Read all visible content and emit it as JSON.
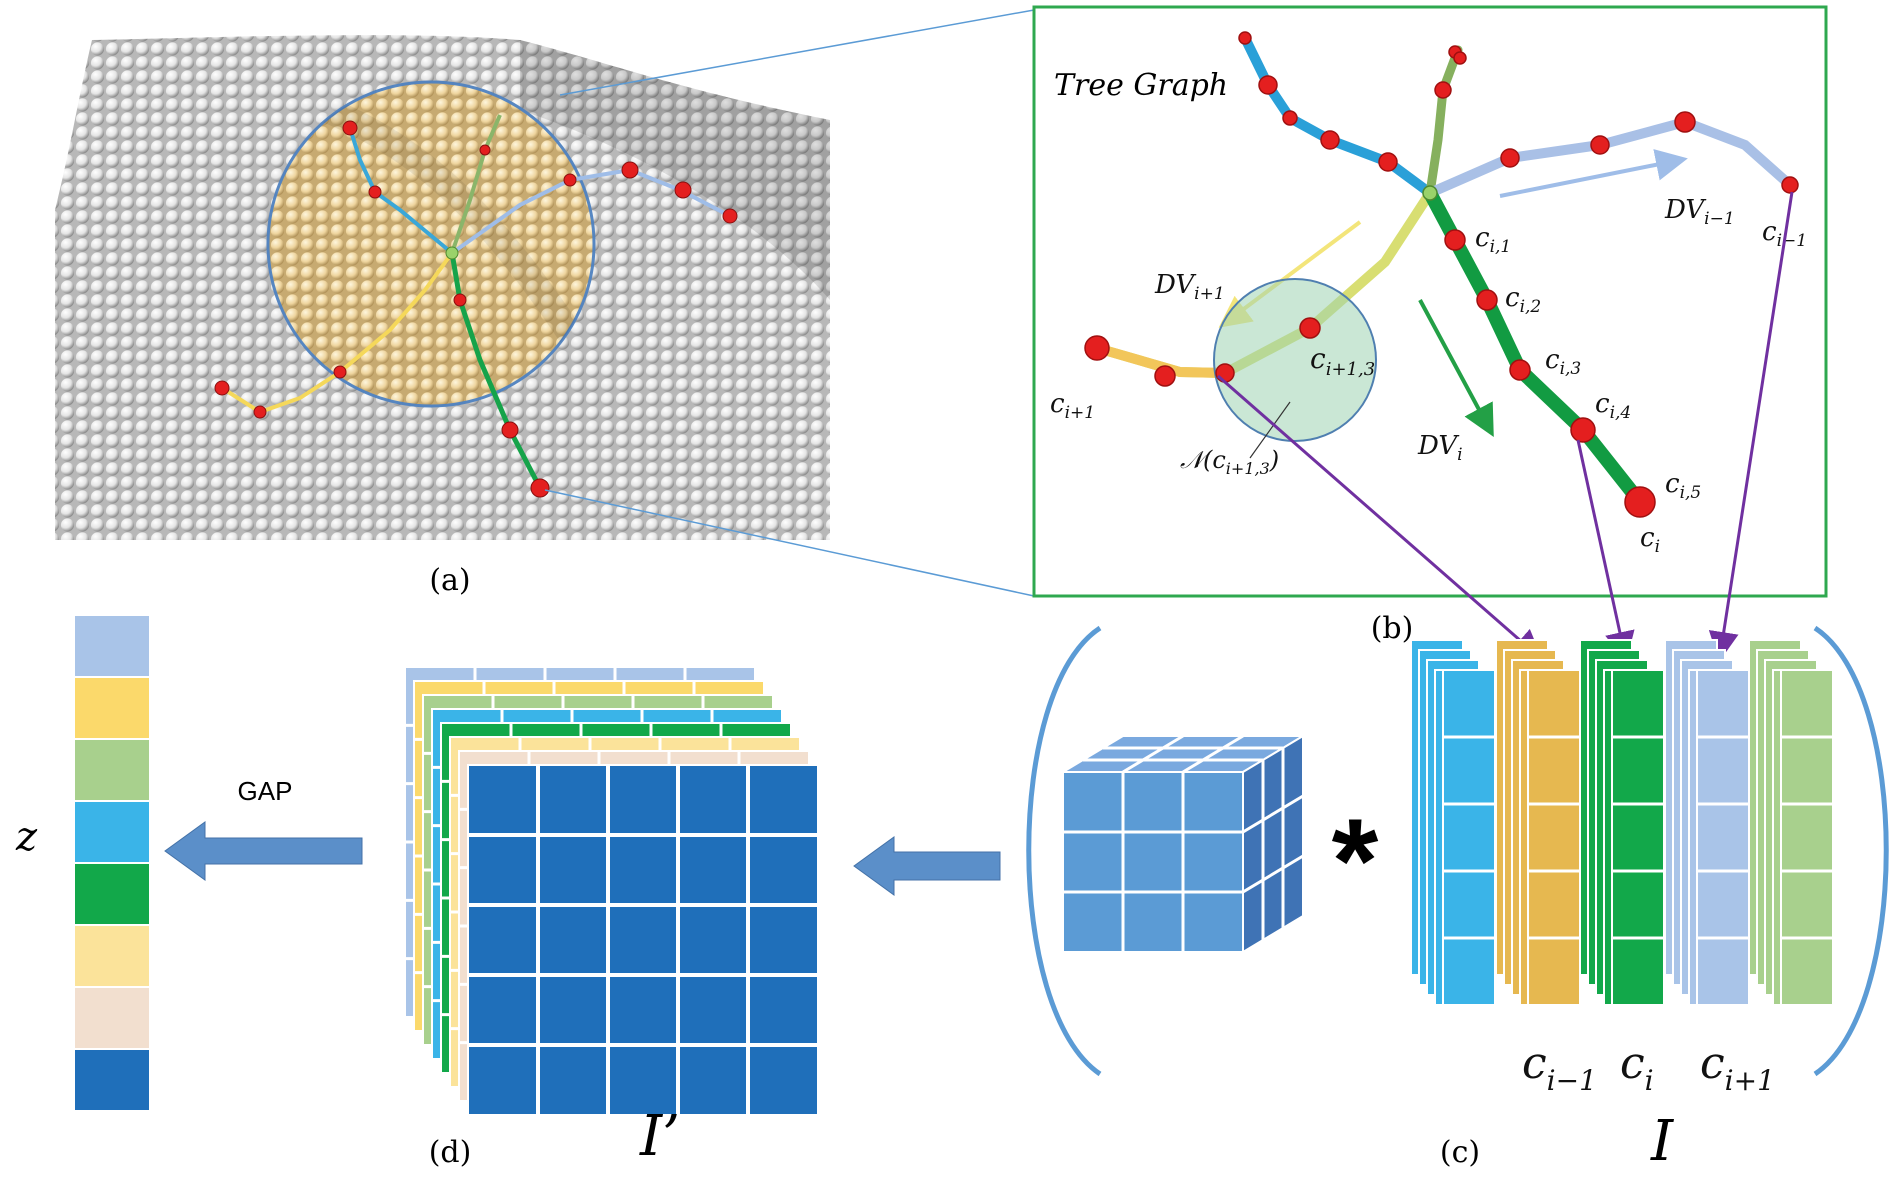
{
  "panels": {
    "a": "(a)",
    "b": "(b)",
    "c": "(c)",
    "d": "(d)"
  },
  "tree_graph": {
    "title": "Tree Graph",
    "dv_prev": "DV",
    "dv_prev_sub": "i−1",
    "dv_next": "DV",
    "dv_next_sub": "i+1",
    "dv_cur": "DV",
    "dv_cur_sub": "i",
    "c_prev": "c",
    "c_prev_sub": "i−1",
    "c_next": "c",
    "c_next_sub": "i+1",
    "c_cur": "c",
    "c_cur_sub": "i",
    "ci1": "i,1",
    "ci2": "i,2",
    "ci3": "i,3",
    "ci4": "i,4",
    "ci5": "i,5",
    "cn13": "i+1,3",
    "neighborhood": "𝒩(c",
    "neighborhood_sub": "i+1,3",
    "neighborhood_close": ")"
  },
  "conv": {
    "operator": "*",
    "input_label": "I",
    "col_prev": "c",
    "col_prev_sub": "i−1",
    "col_cur": "c",
    "col_cur_sub": "i",
    "col_next": "c",
    "col_next_sub": "i+1"
  },
  "output": {
    "feature_label": "I’",
    "gap_label": "GAP",
    "vector_label": "z"
  },
  "colors": {
    "frame_green": "#2fa84f",
    "bracket_blue": "#5b9bd5",
    "arrow_blue": "#5b8fc9",
    "purple": "#7030a0",
    "sky": "#3ab4e8",
    "gold": "#e6b850",
    "green": "#12a84a",
    "lightblue": "#a9c4e8",
    "lightgreen": "#a8d08d",
    "navy": "#1f6fba",
    "yellow": "#fbd96b",
    "pale_yellow": "#fbe39a",
    "peach": "#f2dfcf",
    "node_red": "#e41f1f"
  },
  "z_vector_colors": [
    "#a9c4e8",
    "#fbd96b",
    "#a8d08d",
    "#3ab4e8",
    "#12a84a",
    "#fbe39a",
    "#f2dfcf",
    "#1f6fba"
  ]
}
